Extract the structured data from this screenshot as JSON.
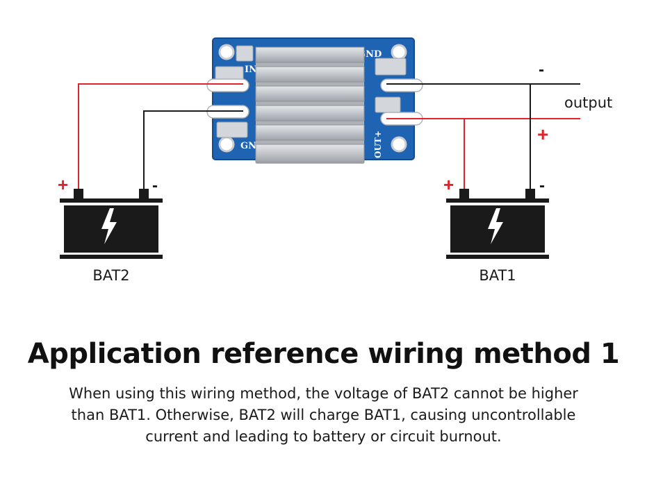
{
  "board": {
    "label_in": "IN",
    "label_gnd_left": "GND",
    "label_gnd_right": "GND",
    "label_out": "OUT+"
  },
  "output_terminal": {
    "label": "output",
    "minus": "-",
    "plus": "+"
  },
  "battery_left": {
    "name": "BAT2",
    "plus": "+",
    "minus": "-"
  },
  "battery_right": {
    "name": "BAT1",
    "plus": "+",
    "minus": "-"
  },
  "heading": "Application reference wiring method 1",
  "description": [
    "When using this wiring method, the voltage of BAT2 cannot be higher",
    "than BAT1. Otherwise, BAT2 will charge BAT1, causing uncontrollable",
    "current and leading to battery or circuit burnout."
  ],
  "colors": {
    "positive_wire": "#e0242b",
    "negative_wire": "#1a1a1a",
    "pcb": "#1f63b3",
    "heatsink": "#c9ccd1",
    "battery": "#1a1a1a"
  }
}
